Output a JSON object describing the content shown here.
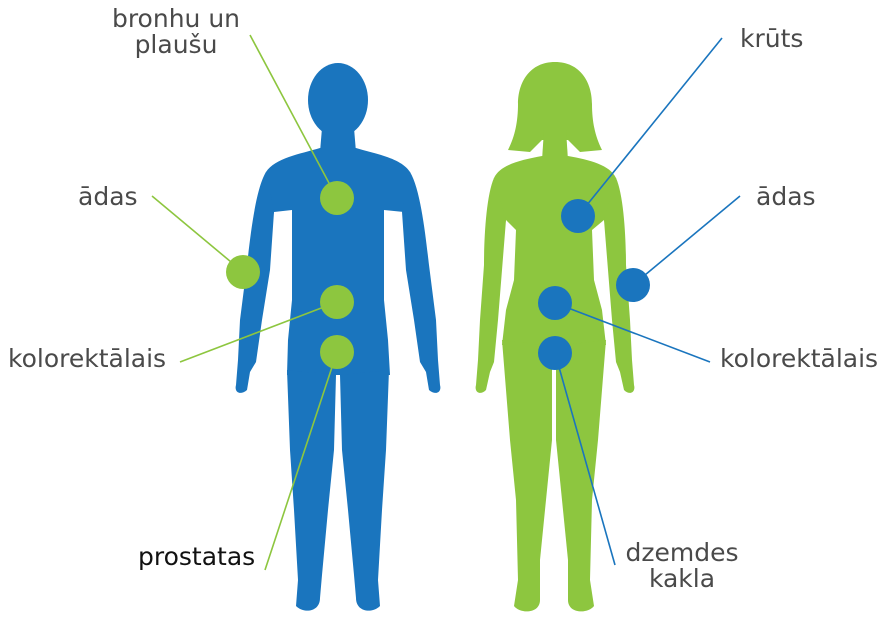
{
  "colors": {
    "male_body": "#1a75be",
    "female_body": "#8dc63f",
    "label_text": "#4a4a4a",
    "male_marker": "#8dc63f",
    "female_marker": "#1a75be"
  },
  "male": {
    "labels": {
      "lung_line1": "bronhu un",
      "lung_line2": "plaušu",
      "skin": "ādas",
      "colorectal": "kolorektālais",
      "prostate": "prostatas"
    }
  },
  "female": {
    "labels": {
      "breast": "krūts",
      "skin": "ādas",
      "colorectal": "kolorektālais",
      "cervical_line1": "dzemdes",
      "cervical_line2": "kakla"
    }
  }
}
